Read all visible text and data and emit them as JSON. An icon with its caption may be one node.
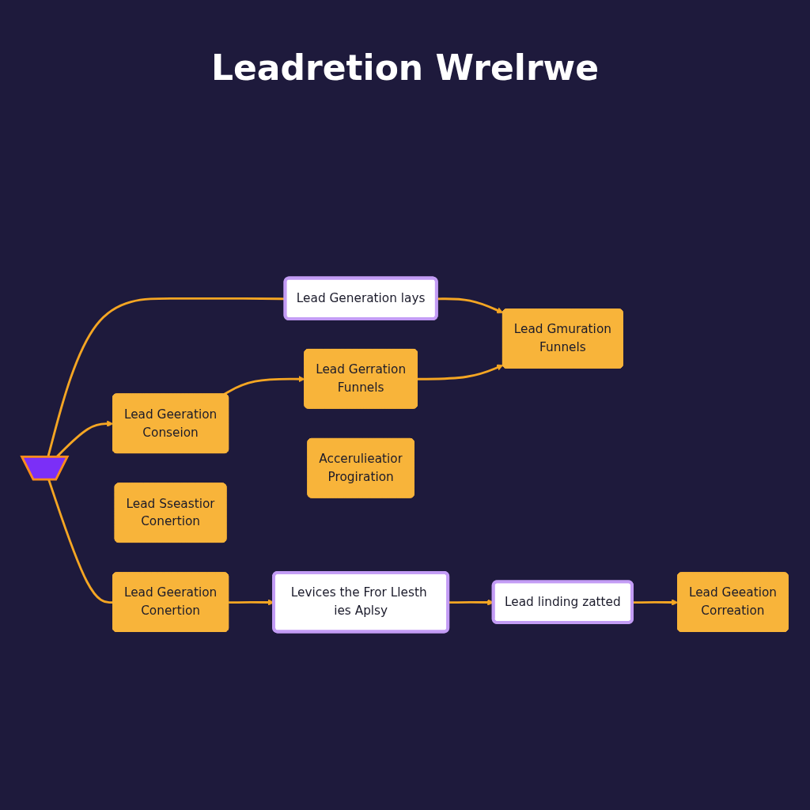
{
  "diagram": {
    "title": "Leadretion Wrelrwe",
    "nodes": [
      {
        "text": [],
        "shape": "funnel"
      },
      {
        "text": [
          "Lead Generation lays"
        ]
      },
      {
        "text": [
          "Lead Geeration",
          "Conseion"
        ]
      },
      {
        "text": [
          "Lead Gerration",
          "Funnels"
        ]
      },
      {
        "text": [
          "Lead Gmuration",
          "Funnels"
        ]
      },
      {
        "text": [
          "Accerulieatior",
          "Progiration"
        ]
      },
      {
        "text": [
          "Lead Geeation",
          "Correation"
        ]
      },
      {
        "text": [
          "Lead Geeration",
          "Conertion"
        ]
      },
      {
        "text": [
          "Lead Sseastior",
          "Conertion"
        ]
      },
      {
        "text": [
          "Levices the Fror Llesth ies Aplsy"
        ]
      },
      {
        "text": [
          "Lead linding zatted"
        ]
      }
    ],
    "edges": [
      {
        "from": 0,
        "to": 1,
        "arrow": "none"
      },
      {
        "from": 1,
        "to": 4,
        "arrow": "to"
      },
      {
        "from": 0,
        "to": 2,
        "arrow": "to"
      },
      {
        "from": 2,
        "to": 3,
        "arrow": "to"
      },
      {
        "from": 3,
        "to": 4,
        "arrow": "to"
      },
      {
        "from": 0,
        "to": 7,
        "arrow": "none"
      },
      {
        "from": 7,
        "to": 9,
        "arrow": "to"
      },
      {
        "from": 9,
        "to": 10,
        "arrow": "to"
      },
      {
        "from": 10,
        "to": 6,
        "arrow": "to"
      }
    ]
  }
}
